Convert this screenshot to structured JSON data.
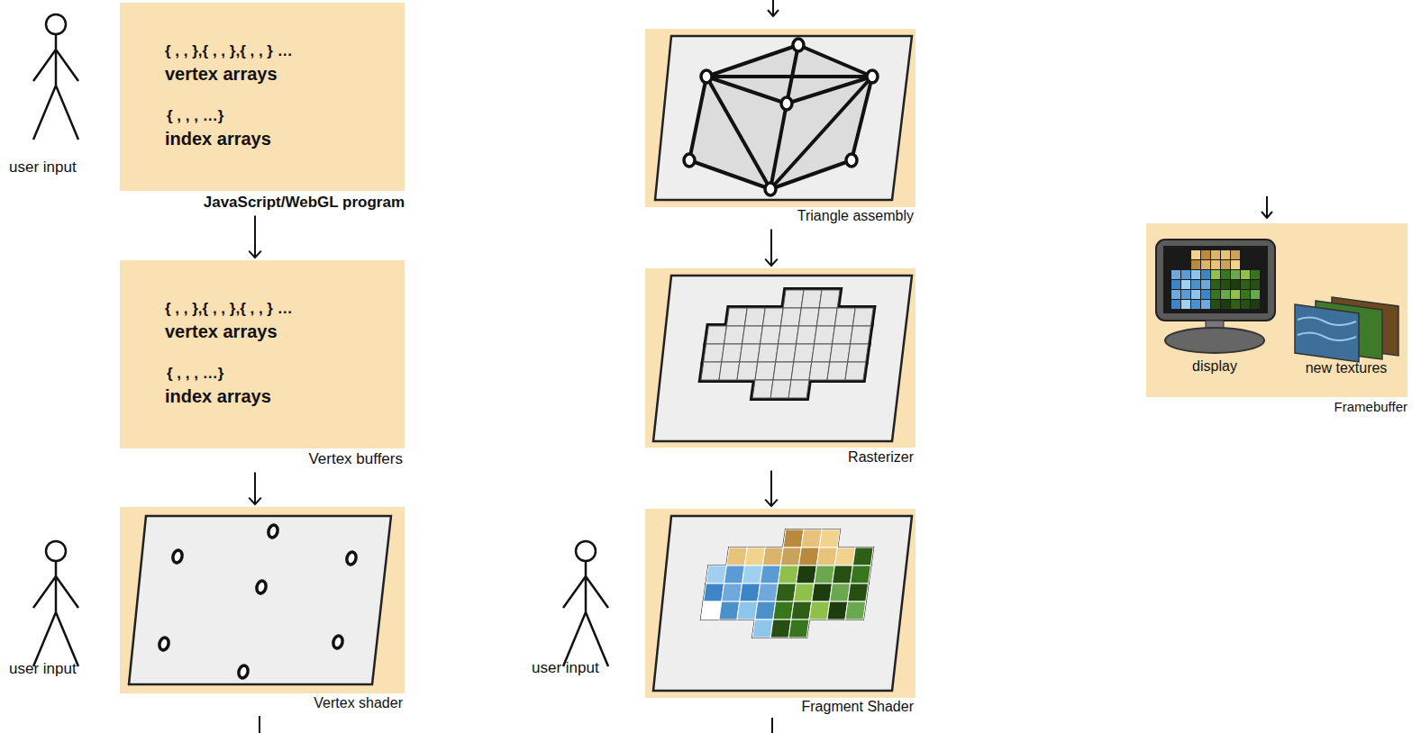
{
  "diagram": {
    "nodes": [
      {
        "text": [
          "{ , , },{ , , },{ , , } …",
          "vertex arrays",
          "{ , , , …}",
          "index arrays",
          "JavaScript/WebGL program"
        ]
      },
      {
        "text": [
          "{ , , },{ , , },{ , , } …",
          "vertex arrays",
          "{ , , , …}",
          "index arrays",
          "Vertex buffers"
        ]
      },
      {
        "text": [
          "Vertex shader"
        ]
      },
      {
        "text": [
          "Triangle assembly"
        ]
      },
      {
        "text": [
          "Rasterizer"
        ]
      },
      {
        "text": [
          "Fragment Shader"
        ]
      },
      {
        "text": [
          "display",
          "new textures",
          "Framebuffer"
        ]
      }
    ],
    "edges": [
      {
        "from": 0,
        "to": 1,
        "arrow": "to"
      },
      {
        "from": 1,
        "to": 2,
        "arrow": "to"
      },
      {
        "from": 3,
        "to": 4,
        "arrow": "to"
      },
      {
        "from": 4,
        "to": 5,
        "arrow": "to"
      }
    ],
    "labels": [
      "user input",
      "user input",
      "user input"
    ]
  }
}
